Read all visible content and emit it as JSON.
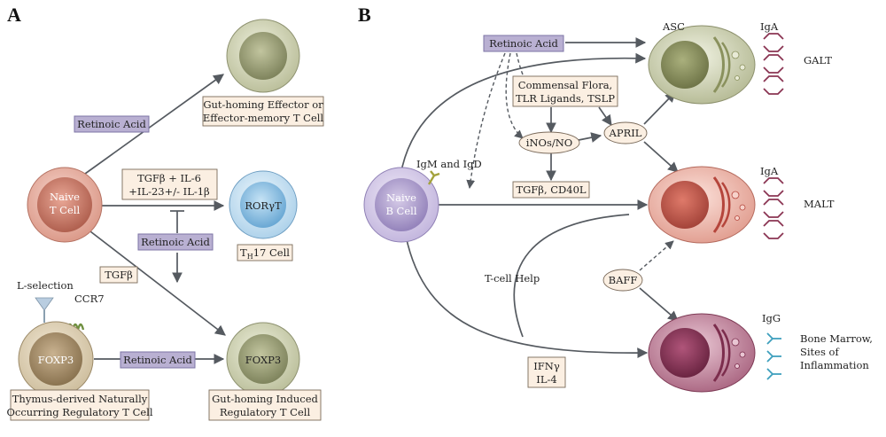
{
  "panels": {
    "a": "A",
    "b": "B"
  },
  "panel_a": {
    "naive_t_cell": [
      "Naive",
      "T Cell"
    ],
    "gut_effector": [
      "Gut-homing Effector or",
      "Effector-memory T Cell"
    ],
    "retinoic_acid_1": "Retinoic Acid",
    "cytokines": [
      "TGFβ + IL-6",
      "+IL-23+/- IL-1β"
    ],
    "ror_gamma_t": "RORγT",
    "th17_main": "T",
    "th17_sub": "H",
    "th17_tail": "17 Cell",
    "retinoic_acid_2": "Retinoic Acid",
    "tgfb": "TGFβ",
    "l_selection": "L-selection",
    "ccr7": "CCR7",
    "foxp3_left": "FOXP3",
    "retinoic_acid_3": "Retinoic Acid",
    "foxp3_right": "FOXP3",
    "thymus_treg": [
      "Thymus-derived Naturally",
      "Occurring Regulatory T Cell"
    ],
    "induced_treg": [
      "Gut-homing Induced",
      "Regulatory T Cell"
    ]
  },
  "panel_b": {
    "retinoic_acid": "Retinoic Acid",
    "asc": "ASC",
    "iga_1": "IgA",
    "galt": "GALT",
    "commensal": [
      "Commensal Flora,",
      "TLR Ligands, TSLP"
    ],
    "inos": "iNOs/NO",
    "april": "APRIL",
    "igm_igd": "IgM and IgD",
    "naive_b_cell": [
      "Naive",
      "B Cell"
    ],
    "tgfb_cd40l": "TGFβ, CD40L",
    "iga_2": "IgA",
    "malt": "MALT",
    "baff": "BAFF",
    "tcell_help": "T-cell Help",
    "igg": "IgG",
    "bone_marrow": [
      "Bone Marrow,",
      "Sites of",
      "Inflammation"
    ],
    "ifn_il4": [
      "IFNγ",
      "IL-4"
    ]
  },
  "colors": {
    "naive_t": "#c97b6a",
    "gut_cell": "#a8ad83",
    "ror": "#7fb6dd",
    "naive_b": "#a996c8",
    "asc_green": "#b8bf95",
    "malt_red": "#c9665a",
    "bm_maroon": "#8f3e5d",
    "antibody_iga": "#8b3553",
    "antibody_igg": "#3d9fbd",
    "ra_box": "#b9b0d2",
    "tan_box": "#fbefe2"
  }
}
